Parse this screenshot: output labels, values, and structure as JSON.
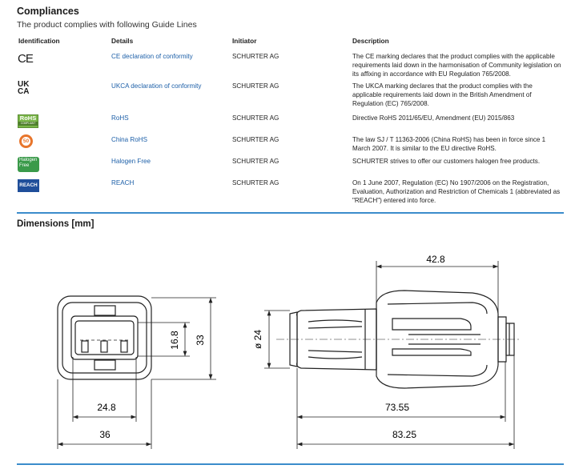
{
  "compliances": {
    "title": "Compliances",
    "subtitle": "The product complies with following Guide Lines",
    "headers": {
      "identification": "Identification",
      "details": "Details",
      "initiator": "Initiator",
      "description": "Description"
    },
    "rows": [
      {
        "logo": "CE",
        "details": "CE declaration of conformity",
        "initiator": "SCHURTER AG",
        "description": "The CE marking declares that the product complies with the applicable requirements laid down in the harmonisation of Community legislation on its affixing in accordance with EU Regulation 765/2008."
      },
      {
        "logo_line1": "UK",
        "logo_line2": "CA",
        "details": "UKCA declaration of conformity",
        "initiator": "SCHURTER AG",
        "description": "The UKCA marking declares that the product complies with the applicable requirements laid down in the British Amendment of Regulation (EC) 765/2008."
      },
      {
        "logo": "RoHS",
        "logo_sub": "COMPLIANT",
        "details": "RoHS",
        "initiator": "SCHURTER AG",
        "description": "Directive RoHS 2011/65/EU, Amendment (EU) 2015/863"
      },
      {
        "logo": "50",
        "details": "China RoHS",
        "initiator": "SCHURTER AG",
        "description": "The law SJ / T 11363-2006 (China RoHS) has been in force since 1 March 2007. It is similar to the EU directive RoHS."
      },
      {
        "logo_line1": "Halogen",
        "logo_line2": "Free",
        "details": "Halogen Free",
        "initiator": "SCHURTER AG",
        "description": "SCHURTER strives to offer our customers halogen free products."
      },
      {
        "logo": "REACH",
        "details": "REACH",
        "initiator": "SCHURTER AG",
        "description": "On 1 June 2007, Regulation (EC) No 1907/2006 on the Registration, Evaluation, Authorization and Restriction of Chemicals 1 (abbreviated as \"REACH\") entered into force."
      }
    ]
  },
  "dimensions": {
    "title": "Dimensions [mm]",
    "labels": {
      "d16_8": "16.8",
      "d33": "33",
      "d24_8": "24.8",
      "d36": "36",
      "d42_8": "42.8",
      "dia24": "ø 24",
      "d73_55": "73.55",
      "d83_25": "83.25"
    }
  },
  "colors": {
    "rule": "#3b8ccb",
    "link": "#1c5fa8",
    "rohs_green": "#7ab648",
    "china_orange": "#e8752b",
    "halogen_green": "#3a9a4a",
    "reach_blue": "#1f4e9a"
  }
}
